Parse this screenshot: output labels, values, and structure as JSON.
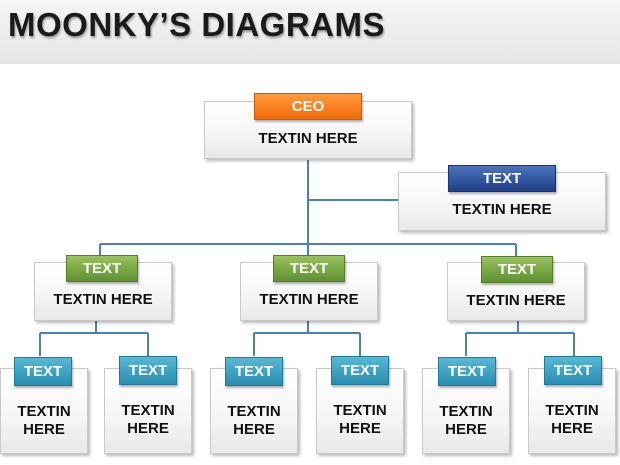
{
  "title": "MOONKY’S DIAGRAMS",
  "nodes": {
    "ceo": {
      "tag": "CEO",
      "text": "TEXTIN HERE"
    },
    "aside": {
      "tag": "TEXT",
      "text": "TEXTIN HERE"
    },
    "m1": {
      "tag": "TEXT",
      "text": "TEXTIN HERE"
    },
    "m2": {
      "tag": "TEXT",
      "text": "TEXTIN HERE"
    },
    "m3": {
      "tag": "TEXT",
      "text": "TEXTIN HERE"
    },
    "l1": {
      "tag": "TEXT",
      "line1": "TEXTIN",
      "line2": "HERE"
    },
    "l2": {
      "tag": "TEXT",
      "line1": "TEXTIN",
      "line2": "HERE"
    },
    "l3": {
      "tag": "TEXT",
      "line1": "TEXTIN",
      "line2": "HERE"
    },
    "l4": {
      "tag": "TEXT",
      "line1": "TEXTIN",
      "line2": "HERE"
    },
    "l5": {
      "tag": "TEXT",
      "line1": "TEXTIN",
      "line2": "HERE"
    },
    "l6": {
      "tag": "TEXT",
      "line1": "TEXTIN",
      "line2": "HERE"
    }
  },
  "colors": {
    "connector": "#4a7fc1",
    "ceo_tag": "#f27a1c",
    "aside_tag": "#2e5299",
    "mid_tag": "#78a844",
    "leaf_tag": "#3aa2c4"
  }
}
